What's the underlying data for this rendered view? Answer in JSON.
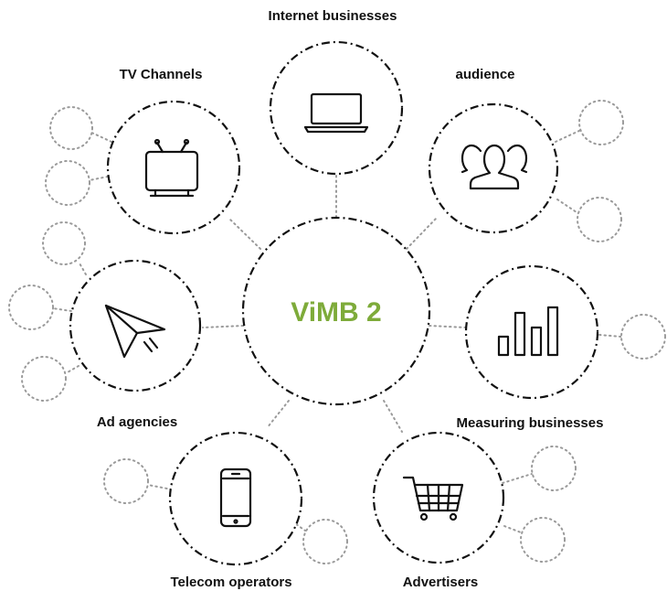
{
  "center": {
    "label": "ViMB 2",
    "color": "#7eab3a"
  },
  "nodes": {
    "internet": {
      "label": "Internet businesses",
      "icon": "laptop-icon"
    },
    "audience": {
      "label": "audience",
      "icon": "people-icon"
    },
    "tv": {
      "label": "TV Channels",
      "icon": "tv-icon"
    },
    "agencies": {
      "label": "Ad agencies",
      "icon": "paper-plane-icon"
    },
    "measuring": {
      "label": "Measuring businesses",
      "icon": "bar-chart-icon"
    },
    "telecom": {
      "label": "Telecom operators",
      "icon": "smartphone-icon"
    },
    "advertisers": {
      "label": "Advertisers",
      "icon": "shopping-cart-icon"
    }
  }
}
